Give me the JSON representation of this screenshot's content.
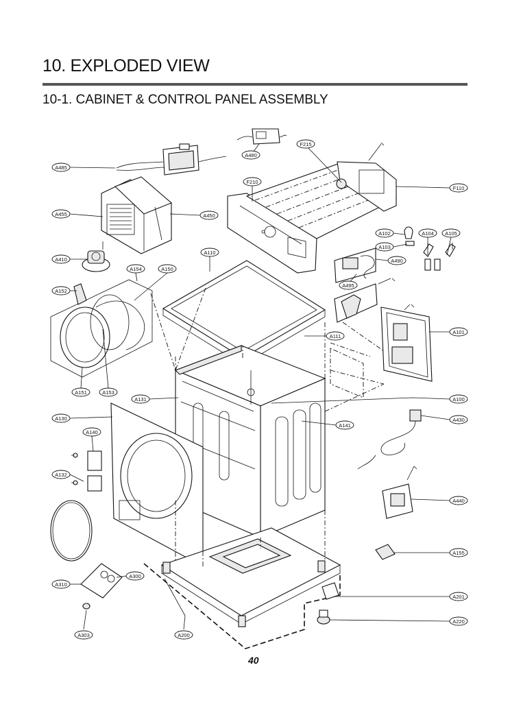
{
  "title": "10. EXPLODED VIEW",
  "subtitle": "10-1. CABINET  & CONTROL PANEL ASSEMBLY",
  "page_number": "40",
  "part_labels": {
    "A485": "A485",
    "A480": "A480",
    "F215": "F215",
    "F210": "F210",
    "F110": "F110",
    "A455": "A455",
    "A450": "A450",
    "A102": "A102",
    "A104": "A104",
    "A105": "A105",
    "A103": "A103",
    "A410": "A410",
    "A154": "A154",
    "A150": "A150",
    "A110": "A110",
    "A490": "A490",
    "A495": "A495",
    "A152": "A152",
    "A101": "A101",
    "A111": "A111",
    "A151": "A151",
    "A153": "A153",
    "A131": "A131",
    "A100": "A100",
    "A130": "A130",
    "A430": "A430",
    "A141": "A141",
    "A140": "A140",
    "A132": "A132",
    "A440": "A440",
    "A155": "A155",
    "A310": "A310",
    "A300": "A300",
    "A201": "A201",
    "A220": "A220",
    "A303": "A303",
    "A200": "A200"
  }
}
